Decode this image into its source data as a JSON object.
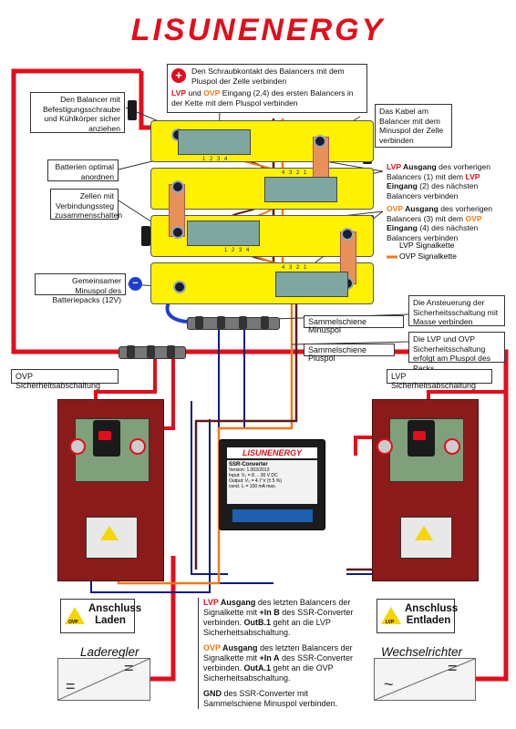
{
  "brand": "LISUNENERGY",
  "callouts": {
    "plus_contact": "Den Schraubkontakt des  Balancers mit dem Pluspol der Zelle verbinden",
    "lvp_ovp_in_a": "LVP",
    "lvp_ovp_in_b": " und ",
    "lvp_ovp_in_c": "OVP",
    "lvp_ovp_in_d": " Eingang (2,4) des ersten Balancers in der Kette mit dem Pluspol verbinden",
    "balancer_mount": "Den Balancer mit Befestigungsschraube und Kühlkörper sicher anziehen",
    "cable_minus": "Das Kabel am Balancer mit dem Minuspol der Zelle verbinden",
    "battery_arrange": "Batterien optimal anordnen",
    "cells_connect": "Zellen mit Verbindungssteg zusammenschalten",
    "lvp_out_1": "LVP",
    "lvp_out_2": " Ausgang",
    "lvp_out_3": " des vorherigen Balancers (1) mit dem ",
    "lvp_out_4": "LVP",
    "lvp_out_5": "Eingang",
    "lvp_out_6": " (2) des nächsten Balancers verbinden",
    "ovp_out_1": "OVP",
    "ovp_out_2": " Ausgang",
    "ovp_out_3": " des vorherigen Balancers (3) mit dem ",
    "ovp_out_4": "OVP",
    "ovp_out_5": "Eingang",
    "ovp_out_6": " (4) des nächsten Balancers verbinden",
    "legend_lvp": "LVP Signalkette",
    "legend_ovp": "OVP Signalkette",
    "common_minus": "Gemeinsamer Minuspol des Batteriepacks (12V)",
    "control_ground": "Die Ansteuerung der Sicherheitsschaltung mit Masse verbinden",
    "busbar_minus": "Sammelschiene Minuspol",
    "busbar_plus": "Sammelschiene Pluspol",
    "safety_plus": "Die LVP und OVP Sicherheitsschaltung erfolgt am Pluspol des Packs",
    "ovp_panel": "OVP Sicherheitsabschaltung",
    "lvp_panel": "LVP Sicherheitsabschaltung"
  },
  "balancer_numbers": [
    "1",
    "2",
    "3",
    "4"
  ],
  "converter": {
    "brand": "LISUNENERGY",
    "title": "SSR-Converter",
    "version": "Version: 1.003/2013",
    "input": "Input: V₀ = 8 ... 30 V DC",
    "output": "Output: V₀ = 4.7 V (± 5 %)",
    "cond": "cond. I₀ = 100 mA max."
  },
  "signs": {
    "ovp_icon": "OVP",
    "lvp_icon": "LVP",
    "charge": "Anschluss Laden",
    "discharge": "Anschluss Entladen"
  },
  "devices": {
    "charger": "Laderegler",
    "inverter": "Wechselrichter",
    "dc_symbol": "=",
    "ac_symbol": "~"
  },
  "instructions": {
    "p1_a": "LVP",
    "p1_b": " Ausgang",
    "p1_c": " des letzten Balancers der Signalkette mit ",
    "p1_d": "+In B",
    "p1_e": " des SSR-Converter verbinden. ",
    "p1_f": "OutB.1",
    "p1_g": " geht an die LVP Sicherheitsabschaltung.",
    "p2_a": "OVP",
    "p2_b": " Ausgang",
    "p2_c": " des letzten Balancers der Signalkette mit ",
    "p2_d": "+In A",
    "p2_e": " des SSR-Converter verbinden. ",
    "p2_f": "OutA.1",
    "p2_g": " geht an die OVP Sicherheitsabschaltung.",
    "p3_a": "GND",
    "p3_b": " des SSR-Converter mit Sammelschiene Minuspol verbinden."
  },
  "colors": {
    "brand_red": "#e10e1c",
    "battery_yellow": "#fff200",
    "lvp_chain": "#5a1a1a",
    "ovp_chain": "#f07a1a",
    "panel_red": "#8b1a1a"
  }
}
